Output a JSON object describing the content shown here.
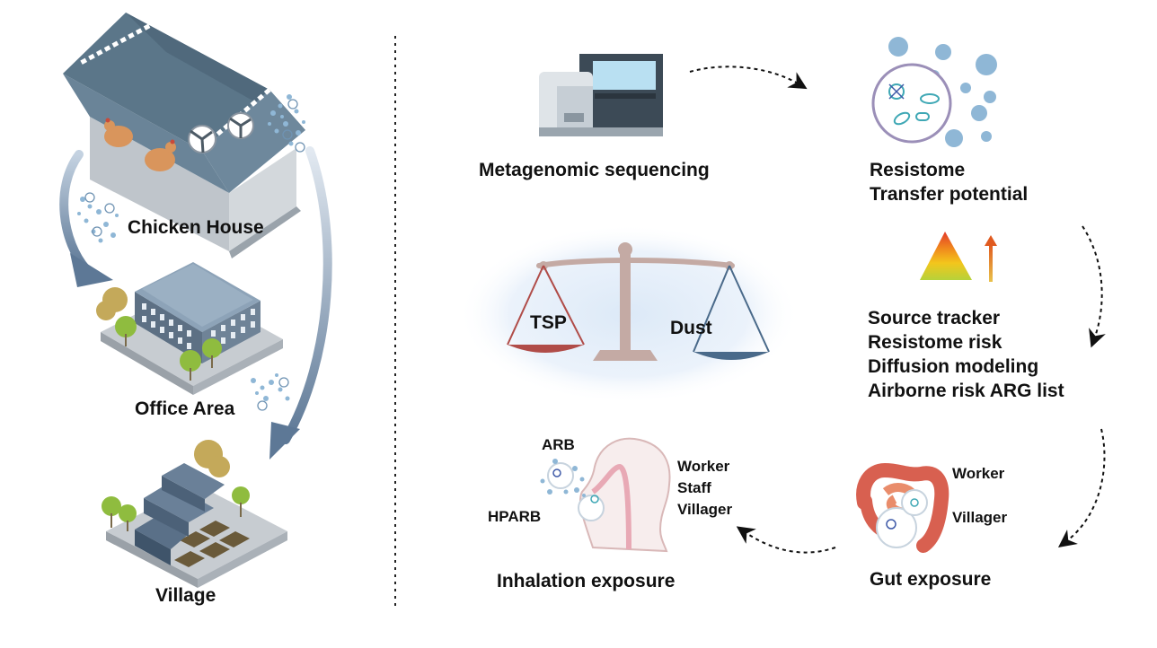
{
  "locations": {
    "chicken_house": "Chicken House",
    "office_area": "Office Area",
    "village": "Village"
  },
  "workflow": {
    "sequencing": "Metagenomic sequencing",
    "resistome": [
      "Resistome",
      "Transfer potential"
    ],
    "analysis": [
      "Source tracker",
      "Resistome risk",
      "Diffusion modeling",
      "Airborne risk ARG list"
    ],
    "gut_exposure": "Gut exposure",
    "gut_groups": [
      "Worker",
      "Villager"
    ],
    "inhalation_exposure": "Inhalation exposure",
    "inhalation_groups": [
      "Worker",
      "Staff",
      "Villager"
    ],
    "bacteria": {
      "arb": "ARB",
      "hparb": "HPARB"
    }
  },
  "balance": {
    "left_pan": "TSP",
    "right_pan": "Dust"
  },
  "colors": {
    "roof": "#5f7a91",
    "wall": "#c9ced3",
    "tree": "#8fbc3f",
    "particle": "#8fb7d6",
    "arrow": "#6e8aa8",
    "tsp": "#b04c48",
    "dust": "#4a6a8a",
    "scale": "#c4aaa4",
    "intestine": "#d86050"
  }
}
